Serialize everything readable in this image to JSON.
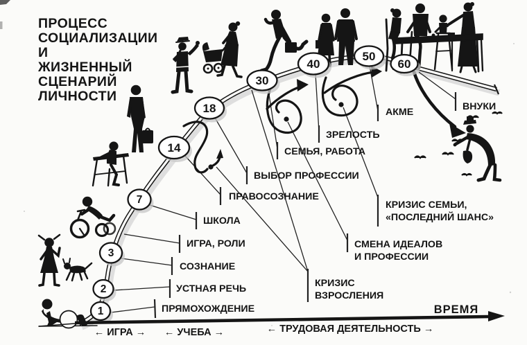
{
  "title_lines": [
    "ПРОЦЕСС",
    "СОЦИАЛИЗАЦИИ",
    "И",
    "ЖИЗНЕННЫЙ",
    "СЦЕНАРИЙ",
    "ЛИЧНОСТИ"
  ],
  "ages": [
    "1",
    "2",
    "3",
    "7",
    "14",
    "18",
    "30",
    "40",
    "50",
    "60"
  ],
  "milestones": {
    "walking": "ПРЯМОХОЖДЕНИЕ",
    "speech": "УСТНАЯ РЕЧЬ",
    "consciousness": "СОЗНАНИЕ",
    "play_roles": "ИГРА, РОЛИ",
    "school": "ШКОЛА",
    "legal_sense": "ПРАВОСОЗНАНИЕ",
    "profession_choice": "ВЫБОР ПРОФЕССИИ",
    "family_work": "СЕМЬЯ, РАБОТА",
    "maturity": "ЗРЕЛОСТЬ",
    "acme": "АКМЕ",
    "grandchildren": "ВНУКИ",
    "crisis_growing_line1": "КРИЗИС",
    "crisis_growing_line2": "ВЗРОСЛЕНИЯ",
    "change_ideals_line1": "СМЕНА ИДЕАЛОВ",
    "change_ideals_line2": "И ПРОФЕССИИ",
    "family_crisis_line1": "КРИЗИС СЕМЬИ,",
    "family_crisis_line2": "«ПОСЛЕДНИЙ ШАНС»"
  },
  "timeline": {
    "time_label": "ВРЕМЯ",
    "stage_play": "← ИГРА →",
    "stage_study": "← УЧЕБА →",
    "stage_work": "← ТРУДОВАЯ ДЕЯТЕЛЬНОСТЬ →"
  },
  "figures": [
    "baby-with-ball",
    "girl-with-dog",
    "boy-on-tricycle",
    "child-at-school-desk",
    "man-with-briefcase",
    "traffic-policeman",
    "mother-with-stroller",
    "running-businessman",
    "couple-walking",
    "family-dinner-table",
    "elderly-man-feeding-birds"
  ],
  "colors": {
    "ink": "#151515",
    "paper": "#fbfbf9",
    "shadow": "#c6c6c6"
  }
}
